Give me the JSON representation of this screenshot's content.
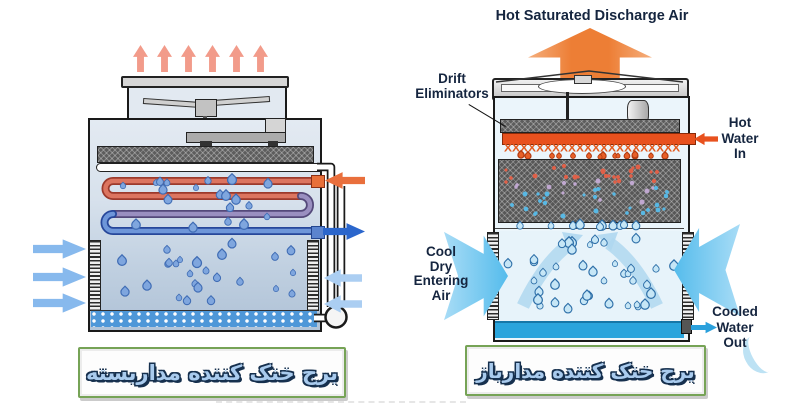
{
  "left_tower": {
    "caption": "برج خنک کننده مداربسته"
  },
  "right_tower": {
    "caption": "برج خنک کننده مدارباز",
    "discharge_air_label": "Hot Saturated Discharge Air",
    "drift_eliminators_label": [
      "Drift",
      "Eliminators"
    ],
    "hot_water_in_label": [
      "Hot",
      "Water",
      "In"
    ],
    "cool_dry_air_label": [
      "Cool",
      "Dry",
      "Entering",
      "Air"
    ],
    "cooled_water_out_label": [
      "Cooled",
      "Water",
      "Out"
    ],
    "spray_nozzles_row": "XXXXXXXXXXXXXXXXXXXXXX"
  },
  "colors": {
    "discharge_orange": "#ED7E35",
    "hot_water_orange": "#E8511E",
    "entering_air_blue": "#55BCEC",
    "basin_water_blue": "#29A4DC",
    "closed_loop_out_blue": "#2B66CC",
    "coil_hot_red": "#DC7560",
    "coil_cold_blue": "#6E96D9",
    "caption_border_green": "#76A356",
    "caption_text_blue": "#A9CBEE",
    "label_navy": "#15253F"
  }
}
